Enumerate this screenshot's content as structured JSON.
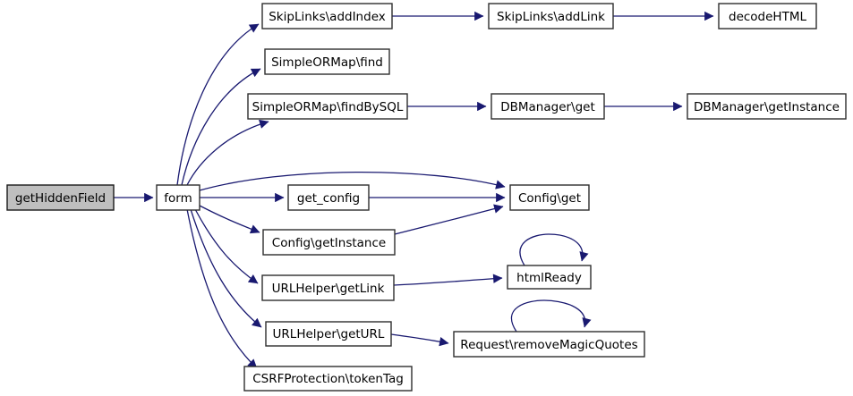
{
  "diagram": {
    "kind": "doxygen-call-graph",
    "root_function": "getHiddenField",
    "colors": {
      "background": "#ffffff",
      "edge": "#191970",
      "node_border": "#2e2e2e",
      "node_fill": "#ffffff",
      "root_node_fill": "#bfbfbf",
      "text": "#000000"
    },
    "nodes": [
      {
        "id": "getHiddenField",
        "label": "getHiddenField",
        "highlighted": true
      },
      {
        "id": "form",
        "label": "form",
        "highlighted": false
      },
      {
        "id": "SkipLinks-addIndex",
        "label": "SkipLinks\\addIndex",
        "highlighted": false
      },
      {
        "id": "SkipLinks-addLink",
        "label": "SkipLinks\\addLink",
        "highlighted": false
      },
      {
        "id": "decodeHTML",
        "label": "decodeHTML",
        "highlighted": false
      },
      {
        "id": "SimpleORMap-find",
        "label": "SimpleORMap\\find",
        "highlighted": false
      },
      {
        "id": "SimpleORMap-findBySQL",
        "label": "SimpleORMap\\findBySQL",
        "highlighted": false
      },
      {
        "id": "DBManager-get",
        "label": "DBManager\\get",
        "highlighted": false
      },
      {
        "id": "DBManager-getInstance",
        "label": "DBManager\\getInstance",
        "highlighted": false
      },
      {
        "id": "get_config",
        "label": "get_config",
        "highlighted": false
      },
      {
        "id": "Config-get",
        "label": "Config\\get",
        "highlighted": false
      },
      {
        "id": "Config-getInstance",
        "label": "Config\\getInstance",
        "highlighted": false
      },
      {
        "id": "URLHelper-getLink",
        "label": "URLHelper\\getLink",
        "highlighted": false
      },
      {
        "id": "htmlReady",
        "label": "htmlReady",
        "highlighted": false
      },
      {
        "id": "URLHelper-getURL",
        "label": "URLHelper\\getURL",
        "highlighted": false
      },
      {
        "id": "Request-removeMagicQuotes",
        "label": "Request\\removeMagicQuotes",
        "highlighted": false
      },
      {
        "id": "CSRFProtection-tokenTag",
        "label": "CSRFProtection\\tokenTag",
        "highlighted": false
      }
    ],
    "edges": [
      {
        "from": "getHiddenField",
        "to": "form"
      },
      {
        "from": "form",
        "to": "SkipLinks\\addIndex"
      },
      {
        "from": "form",
        "to": "SimpleORMap\\find"
      },
      {
        "from": "form",
        "to": "SimpleORMap\\findBySQL"
      },
      {
        "from": "form",
        "to": "Config\\get"
      },
      {
        "from": "form",
        "to": "get_config"
      },
      {
        "from": "form",
        "to": "Config\\getInstance"
      },
      {
        "from": "form",
        "to": "URLHelper\\getLink"
      },
      {
        "from": "form",
        "to": "URLHelper\\getURL"
      },
      {
        "from": "form",
        "to": "CSRFProtection\\tokenTag"
      },
      {
        "from": "SkipLinks\\addIndex",
        "to": "SkipLinks\\addLink"
      },
      {
        "from": "SkipLinks\\addLink",
        "to": "decodeHTML"
      },
      {
        "from": "SimpleORMap\\findBySQL",
        "to": "DBManager\\get"
      },
      {
        "from": "DBManager\\get",
        "to": "DBManager\\getInstance"
      },
      {
        "from": "get_config",
        "to": "Config\\get"
      },
      {
        "from": "Config\\getInstance",
        "to": "Config\\get"
      },
      {
        "from": "URLHelper\\getLink",
        "to": "htmlReady"
      },
      {
        "from": "htmlReady",
        "to": "htmlReady"
      },
      {
        "from": "URLHelper\\getURL",
        "to": "Request\\removeMagicQuotes"
      },
      {
        "from": "Request\\removeMagicQuotes",
        "to": "Request\\removeMagicQuotes"
      }
    ]
  }
}
